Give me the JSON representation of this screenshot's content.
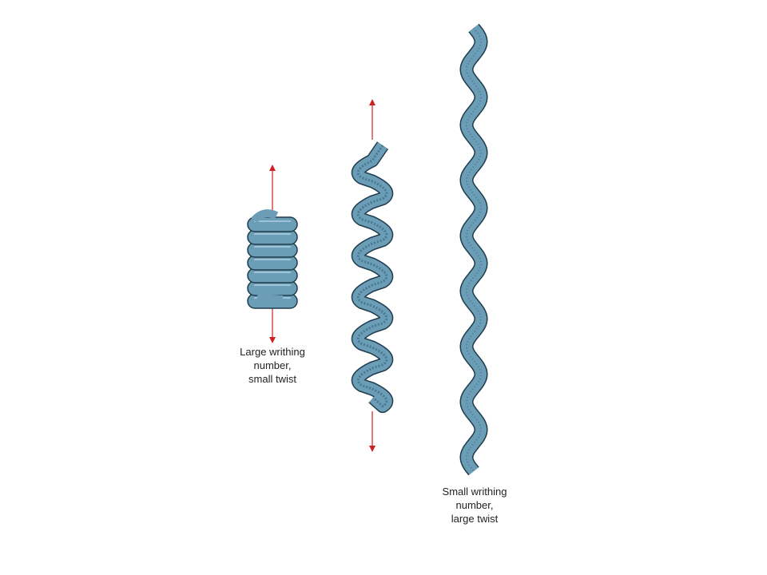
{
  "colors": {
    "coil_fill": "#6b9db7",
    "coil_outline": "#1f3c4c",
    "coil_shadow": "#3f6f88",
    "arrow": "#cc2222"
  },
  "labels": {
    "left": [
      "Large writhing",
      "number,",
      "small twist"
    ],
    "right": [
      "Small writhing",
      "number,",
      "large twist"
    ]
  }
}
